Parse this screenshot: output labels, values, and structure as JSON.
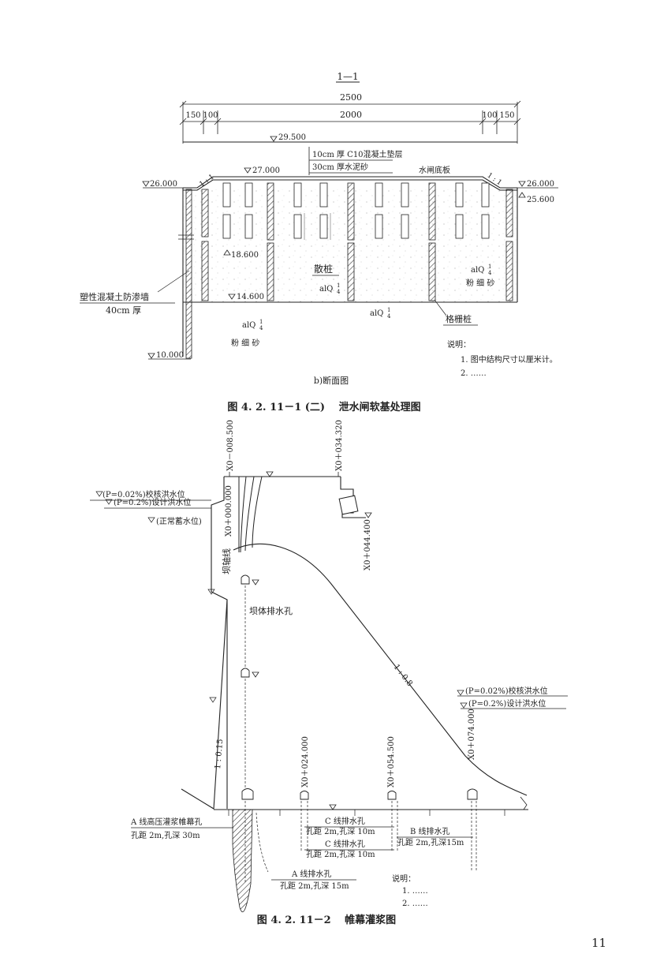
{
  "fig1": {
    "section_label": "1—1",
    "total_width": "2500",
    "seg_left_a": "150",
    "seg_left_b": "100",
    "seg_middle": "2000",
    "seg_right_a": "100",
    "seg_right_b": "150",
    "el_top": "29.500",
    "layer1": "10cm 厚 C10混凝土垫层",
    "layer2": "30cm 厚水泥砂",
    "sluice_floor": "水闸底板",
    "el_27": "27.000",
    "el_26_left": "26.000",
    "el_26_right": "26.000",
    "el_256": "25.600",
    "slope_left": "1 : 1",
    "slope_right": "1 : 1",
    "el_186": "18.600",
    "el_146": "14.600",
    "el_10": "10.000",
    "loose_pile": "散桩",
    "soil_sym_a": "alQ",
    "soil_sup": "1",
    "soil_sub": "4",
    "fine_sand_right": "粉 细 砂",
    "fine_sand_left": "粉 细 砂",
    "grid_pile": "格栅桩",
    "wall_label1": "塑性混凝土防渗墙",
    "wall_label2": "40cm 厚",
    "note_title": "说明：",
    "note1": "1. 图中结构尺寸以厘米计。",
    "note2": "2. ……",
    "subcaption": "b)断面图",
    "caption": "图 4. 2. 11－1 (二)　 泄水闸软基处理图"
  },
  "fig2": {
    "st_a": "X0－008.500",
    "st_b": "X0＋034.320",
    "st_c": "X0＋000.000",
    "st_d": "X0＋044.400",
    "st_e": "X0＋024.000",
    "st_f": "X0＋054.500",
    "st_g": "X0＋074.000",
    "check_flood_left": "(P=0.02%)校核洪水位",
    "design_flood_left": "(P=0.2%)设计洪水位",
    "normal_pool": "(正常蓄水位)",
    "dam_axis": "坝轴线",
    "dam_drain": "坝体排水孔",
    "slope_1": "1 : 0.8",
    "slope_2": "1 : 0.15",
    "check_flood_right": "(P=0.02%)校核洪水位",
    "design_flood_right": "(P=0.2%)设计洪水位",
    "a_curtain1": "A 线高压灌浆帷幕孔",
    "a_curtain2": "孔距 2m,孔深 30m",
    "c_drain_title": "C 线排水孔",
    "c_drain_spec": "孔距 2m,孔深 10m",
    "c_drain_title2": "C 线排水孔",
    "c_drain_spec2": "孔距 2m,孔深 10m",
    "b_drain_title": "B 线排水孔",
    "b_drain_spec": "孔距 2m,孔深15m",
    "a_drain_title": "A 线排水孔",
    "a_drain_spec": "孔距 2m,孔深 15m",
    "note_title": "说明：",
    "note1": "1. ……",
    "note2": "2. ……",
    "caption": "图 4. 2. 11－2　 帷幕灌浆图"
  },
  "page_number": "11"
}
